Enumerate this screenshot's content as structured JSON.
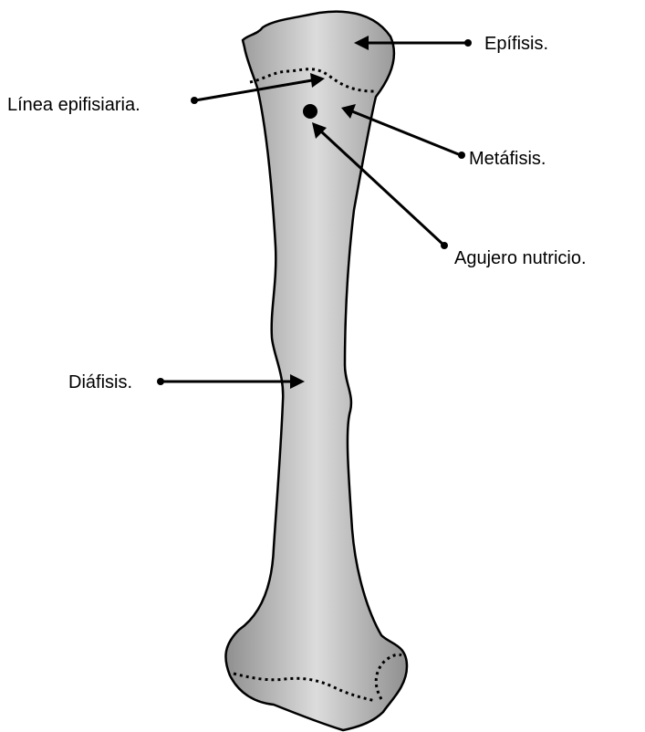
{
  "labels": {
    "epifisis": "Epífisis.",
    "linea_epifisiaria": "Línea epifisiaria.",
    "metafisis": "Metáfisis.",
    "agujero_nutricio": "Agujero nutricio.",
    "diafisis": "Diáfisis."
  },
  "colors": {
    "bone_fill_light": "#d9d9d9",
    "bone_fill_dark": "#9a9a9a",
    "outline": "#000000",
    "text": "#000000"
  }
}
